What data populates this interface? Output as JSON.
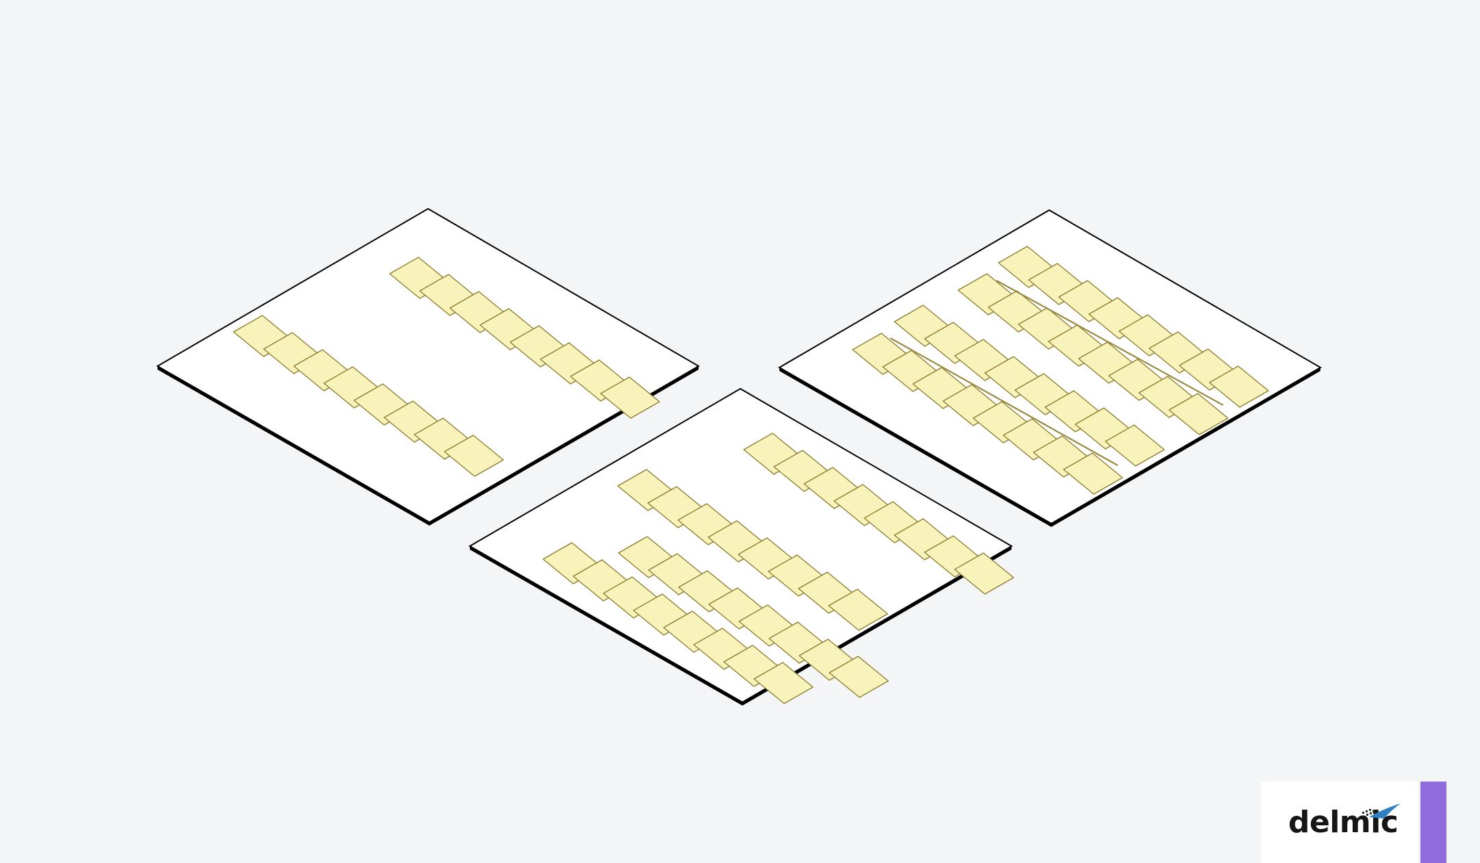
{
  "diagram": {
    "panels": [
      {
        "id": "two-rows",
        "rows": 2,
        "tiles_per_row": 8
      },
      {
        "id": "four-rows",
        "rows": 4,
        "tiles_per_row": 8
      },
      {
        "id": "four-rows-with-dividers",
        "rows": 4,
        "tiles_per_row": 8
      }
    ],
    "colors": {
      "background": "#f4f5f7",
      "slab_fill": "#ffffff",
      "slab_stroke": "#000000",
      "tile_fill": "#f7f3bb",
      "tile_stroke": "#8c7a2c",
      "divider": "#9a8a40"
    }
  },
  "branding": {
    "logo_text": "delmic",
    "logo_mark": "delmic-swoosh-icon",
    "accent_color": "#8f6bdb",
    "logo_text_color": "#161616",
    "logo_mark_color": "#2f7fc2"
  }
}
